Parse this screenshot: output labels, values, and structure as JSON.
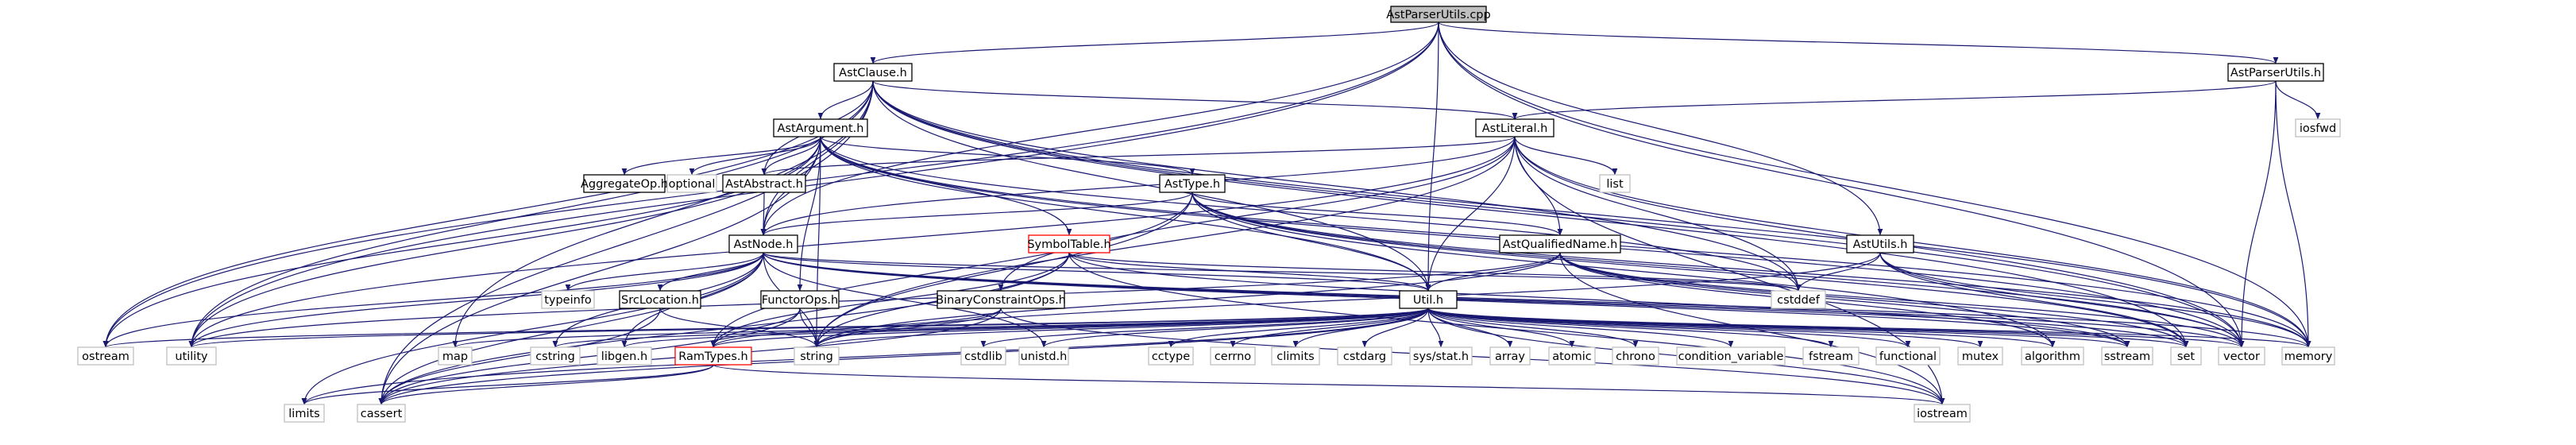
{
  "graph": {
    "colors": {
      "edge": "#191970",
      "box_border": "#000000",
      "external_border": "#bfbfbf",
      "root_fill": "#bfbfbf",
      "red_border": "#ff0000",
      "background": "#ffffff"
    },
    "nodes": [
      {
        "id": "root",
        "label": "AstParserUtils.cpp",
        "kind": "root"
      },
      {
        "id": "clause",
        "label": "AstClause.h",
        "kind": "box"
      },
      {
        "id": "apu",
        "label": "AstParserUtils.h",
        "kind": "box"
      },
      {
        "id": "arg",
        "label": "AstArgument.h",
        "kind": "box"
      },
      {
        "id": "lit",
        "label": "AstLiteral.h",
        "kind": "box"
      },
      {
        "id": "aggop",
        "label": "AggregateOp.h",
        "kind": "box"
      },
      {
        "id": "optional",
        "label": "optional",
        "kind": "ext"
      },
      {
        "id": "abstract",
        "label": "AstAbstract.h",
        "kind": "box"
      },
      {
        "id": "list",
        "label": "list",
        "kind": "ext"
      },
      {
        "id": "iosfwd",
        "label": "iosfwd",
        "kind": "ext"
      },
      {
        "id": "type",
        "label": "AstType.h",
        "kind": "box"
      },
      {
        "id": "symtab",
        "label": "SymbolTable.h",
        "kind": "red"
      },
      {
        "id": "qname",
        "label": "AstQualifiedName.h",
        "kind": "box"
      },
      {
        "id": "utils",
        "label": "AstUtils.h",
        "kind": "box"
      },
      {
        "id": "node",
        "label": "AstNode.h",
        "kind": "box"
      },
      {
        "id": "cstddef",
        "label": "cstddef",
        "kind": "ext"
      },
      {
        "id": "typeinfo",
        "label": "typeinfo",
        "kind": "ext"
      },
      {
        "id": "srcloc",
        "label": "SrcLocation.h",
        "kind": "box"
      },
      {
        "id": "functor",
        "label": "FunctorOps.h",
        "kind": "box"
      },
      {
        "id": "binc",
        "label": "BinaryConstraintOps.h",
        "kind": "box"
      },
      {
        "id": "util",
        "label": "Util.h",
        "kind": "box"
      },
      {
        "id": "ostream",
        "label": "ostream",
        "kind": "ext"
      },
      {
        "id": "utility",
        "label": "utility",
        "kind": "ext"
      },
      {
        "id": "map",
        "label": "map",
        "kind": "ext"
      },
      {
        "id": "cstring",
        "label": "cstring",
        "kind": "ext"
      },
      {
        "id": "libgen",
        "label": "libgen.h",
        "kind": "ext"
      },
      {
        "id": "ramtypes",
        "label": "RamTypes.h",
        "kind": "red"
      },
      {
        "id": "string",
        "label": "string",
        "kind": "ext"
      },
      {
        "id": "cstdlib",
        "label": "cstdlib",
        "kind": "ext"
      },
      {
        "id": "unistd",
        "label": "unistd.h",
        "kind": "ext"
      },
      {
        "id": "cctype",
        "label": "cctype",
        "kind": "ext"
      },
      {
        "id": "cerrno",
        "label": "cerrno",
        "kind": "ext"
      },
      {
        "id": "climits",
        "label": "climits",
        "kind": "ext"
      },
      {
        "id": "cstdarg",
        "label": "cstdarg",
        "kind": "ext"
      },
      {
        "id": "sysstat",
        "label": "sys/stat.h",
        "kind": "ext"
      },
      {
        "id": "array",
        "label": "array",
        "kind": "ext"
      },
      {
        "id": "atomic",
        "label": "atomic",
        "kind": "ext"
      },
      {
        "id": "chrono",
        "label": "chrono",
        "kind": "ext"
      },
      {
        "id": "condvar",
        "label": "condition_variable",
        "kind": "ext"
      },
      {
        "id": "fstream",
        "label": "fstream",
        "kind": "ext"
      },
      {
        "id": "functional",
        "label": "functional",
        "kind": "ext"
      },
      {
        "id": "mutex",
        "label": "mutex",
        "kind": "ext"
      },
      {
        "id": "algorithm",
        "label": "algorithm",
        "kind": "ext"
      },
      {
        "id": "sstream",
        "label": "sstream",
        "kind": "ext"
      },
      {
        "id": "set",
        "label": "set",
        "kind": "ext"
      },
      {
        "id": "vector",
        "label": "vector",
        "kind": "ext"
      },
      {
        "id": "memory",
        "label": "memory",
        "kind": "ext"
      },
      {
        "id": "limits",
        "label": "limits",
        "kind": "ext"
      },
      {
        "id": "cassert",
        "label": "cassert",
        "kind": "ext"
      },
      {
        "id": "iostream",
        "label": "iostream",
        "kind": "ext"
      }
    ],
    "edges": [
      [
        "root",
        "clause"
      ],
      [
        "root",
        "apu"
      ],
      [
        "root",
        "utils"
      ],
      [
        "root",
        "util"
      ],
      [
        "root",
        "node"
      ],
      [
        "root",
        "ostream"
      ],
      [
        "root",
        "utility"
      ],
      [
        "root",
        "vector"
      ],
      [
        "root",
        "memory"
      ],
      [
        "clause",
        "arg"
      ],
      [
        "clause",
        "lit"
      ],
      [
        "clause",
        "abstract"
      ],
      [
        "clause",
        "node"
      ],
      [
        "clause",
        "util"
      ],
      [
        "clause",
        "map"
      ],
      [
        "clause",
        "cassert"
      ],
      [
        "clause",
        "utility"
      ],
      [
        "clause",
        "ostream"
      ],
      [
        "clause",
        "memory"
      ],
      [
        "clause",
        "vector"
      ],
      [
        "clause",
        "cstddef"
      ],
      [
        "clause",
        "set"
      ],
      [
        "apu",
        "lit"
      ],
      [
        "apu",
        "iosfwd"
      ],
      [
        "apu",
        "memory"
      ],
      [
        "apu",
        "vector"
      ],
      [
        "arg",
        "aggop"
      ],
      [
        "arg",
        "optional"
      ],
      [
        "arg",
        "abstract"
      ],
      [
        "arg",
        "type"
      ],
      [
        "arg",
        "symtab"
      ],
      [
        "arg",
        "functor"
      ],
      [
        "arg",
        "node"
      ],
      [
        "arg",
        "util"
      ],
      [
        "arg",
        "ostream"
      ],
      [
        "arg",
        "utility"
      ],
      [
        "arg",
        "cassert"
      ],
      [
        "arg",
        "string"
      ],
      [
        "arg",
        "memory"
      ],
      [
        "arg",
        "vector"
      ],
      [
        "arg",
        "cstddef"
      ],
      [
        "lit",
        "abstract"
      ],
      [
        "lit",
        "node"
      ],
      [
        "lit",
        "qname"
      ],
      [
        "lit",
        "list"
      ],
      [
        "lit",
        "binc"
      ],
      [
        "lit",
        "util"
      ],
      [
        "lit",
        "string"
      ],
      [
        "lit",
        "memory"
      ],
      [
        "lit",
        "vector"
      ],
      [
        "lit",
        "iostream"
      ],
      [
        "lit",
        "utility"
      ],
      [
        "lit",
        "cstddef"
      ],
      [
        "abstract",
        "node"
      ],
      [
        "type",
        "node"
      ],
      [
        "type",
        "qname"
      ],
      [
        "type",
        "ramtypes"
      ],
      [
        "type",
        "util"
      ],
      [
        "type",
        "set"
      ],
      [
        "type",
        "string"
      ],
      [
        "type",
        "memory"
      ],
      [
        "type",
        "vector"
      ],
      [
        "type",
        "algorithm"
      ],
      [
        "symtab",
        "util"
      ],
      [
        "symtab",
        "ramtypes"
      ],
      [
        "symtab",
        "cstddef"
      ],
      [
        "symtab",
        "string"
      ],
      [
        "symtab",
        "iostream"
      ],
      [
        "symtab",
        "sstream"
      ],
      [
        "symtab",
        "cassert"
      ],
      [
        "qname",
        "util"
      ],
      [
        "qname",
        "set"
      ],
      [
        "qname",
        "string"
      ],
      [
        "qname",
        "vector"
      ],
      [
        "qname",
        "iostream"
      ],
      [
        "qname",
        "algorithm"
      ],
      [
        "qname",
        "sstream"
      ],
      [
        "qname",
        "utility"
      ],
      [
        "utils",
        "cstddef"
      ],
      [
        "utils",
        "set"
      ],
      [
        "utils",
        "string"
      ],
      [
        "utils",
        "vector"
      ],
      [
        "utils",
        "memory"
      ],
      [
        "node",
        "typeinfo"
      ],
      [
        "node",
        "srcloc"
      ],
      [
        "node",
        "util"
      ],
      [
        "node",
        "cstddef"
      ],
      [
        "node",
        "utility"
      ],
      [
        "node",
        "ostream"
      ],
      [
        "node",
        "limits"
      ],
      [
        "node",
        "cstring"
      ],
      [
        "node",
        "libgen"
      ],
      [
        "node",
        "string"
      ],
      [
        "node",
        "unistd"
      ],
      [
        "node",
        "memory"
      ],
      [
        "node",
        "vector"
      ],
      [
        "node",
        "set"
      ],
      [
        "node",
        "cassert"
      ],
      [
        "node",
        "sstream"
      ],
      [
        "srcloc",
        "string"
      ],
      [
        "srcloc",
        "cassert"
      ],
      [
        "functor",
        "ramtypes"
      ],
      [
        "functor",
        "cassert"
      ],
      [
        "functor",
        "string"
      ],
      [
        "binc",
        "ramtypes"
      ],
      [
        "binc",
        "cassert"
      ],
      [
        "binc",
        "iostream"
      ],
      [
        "binc",
        "string"
      ],
      [
        "ramtypes",
        "limits"
      ],
      [
        "ramtypes",
        "cassert"
      ],
      [
        "ramtypes",
        "iostream"
      ],
      [
        "util",
        "ostream"
      ],
      [
        "util",
        "utility"
      ],
      [
        "util",
        "map"
      ],
      [
        "util",
        "cstring"
      ],
      [
        "util",
        "libgen"
      ],
      [
        "util",
        "ramtypes"
      ],
      [
        "util",
        "string"
      ],
      [
        "util",
        "cstdlib"
      ],
      [
        "util",
        "unistd"
      ],
      [
        "util",
        "cctype"
      ],
      [
        "util",
        "cerrno"
      ],
      [
        "util",
        "climits"
      ],
      [
        "util",
        "cstdarg"
      ],
      [
        "util",
        "sysstat"
      ],
      [
        "util",
        "array"
      ],
      [
        "util",
        "atomic"
      ],
      [
        "util",
        "chrono"
      ],
      [
        "util",
        "condvar"
      ],
      [
        "util",
        "fstream"
      ],
      [
        "util",
        "functional"
      ],
      [
        "util",
        "mutex"
      ],
      [
        "util",
        "algorithm"
      ],
      [
        "util",
        "sstream"
      ],
      [
        "util",
        "set"
      ],
      [
        "util",
        "vector"
      ],
      [
        "util",
        "memory"
      ],
      [
        "util",
        "iostream"
      ],
      [
        "util",
        "cassert"
      ],
      [
        "util",
        "limits"
      ]
    ]
  }
}
